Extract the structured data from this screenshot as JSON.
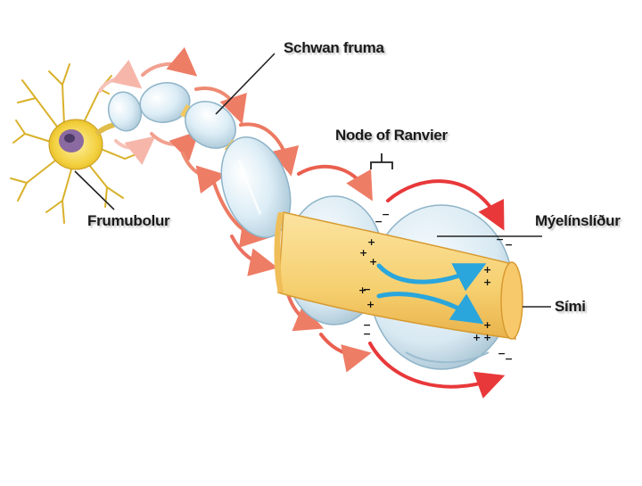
{
  "labels": {
    "schwann": "Schwan fruma",
    "node": "Node of Ranvier",
    "soma": "Frumubolur",
    "myelin": "Mýelínslíður",
    "axon": "Sími"
  },
  "charges": {
    "plus": "+",
    "minus": "−"
  },
  "colors": {
    "axon": "#f8d47a",
    "axon_dark": "#e8b040",
    "myelin": "#dfeef6",
    "myelin_edge": "#8fb4c8",
    "arrow_red": "#e8383a",
    "arrow_pink": "#f2a090",
    "current_blue": "#2aa6dc",
    "soma": "#f2cf3c",
    "nucleus": "#8a6aa0"
  }
}
